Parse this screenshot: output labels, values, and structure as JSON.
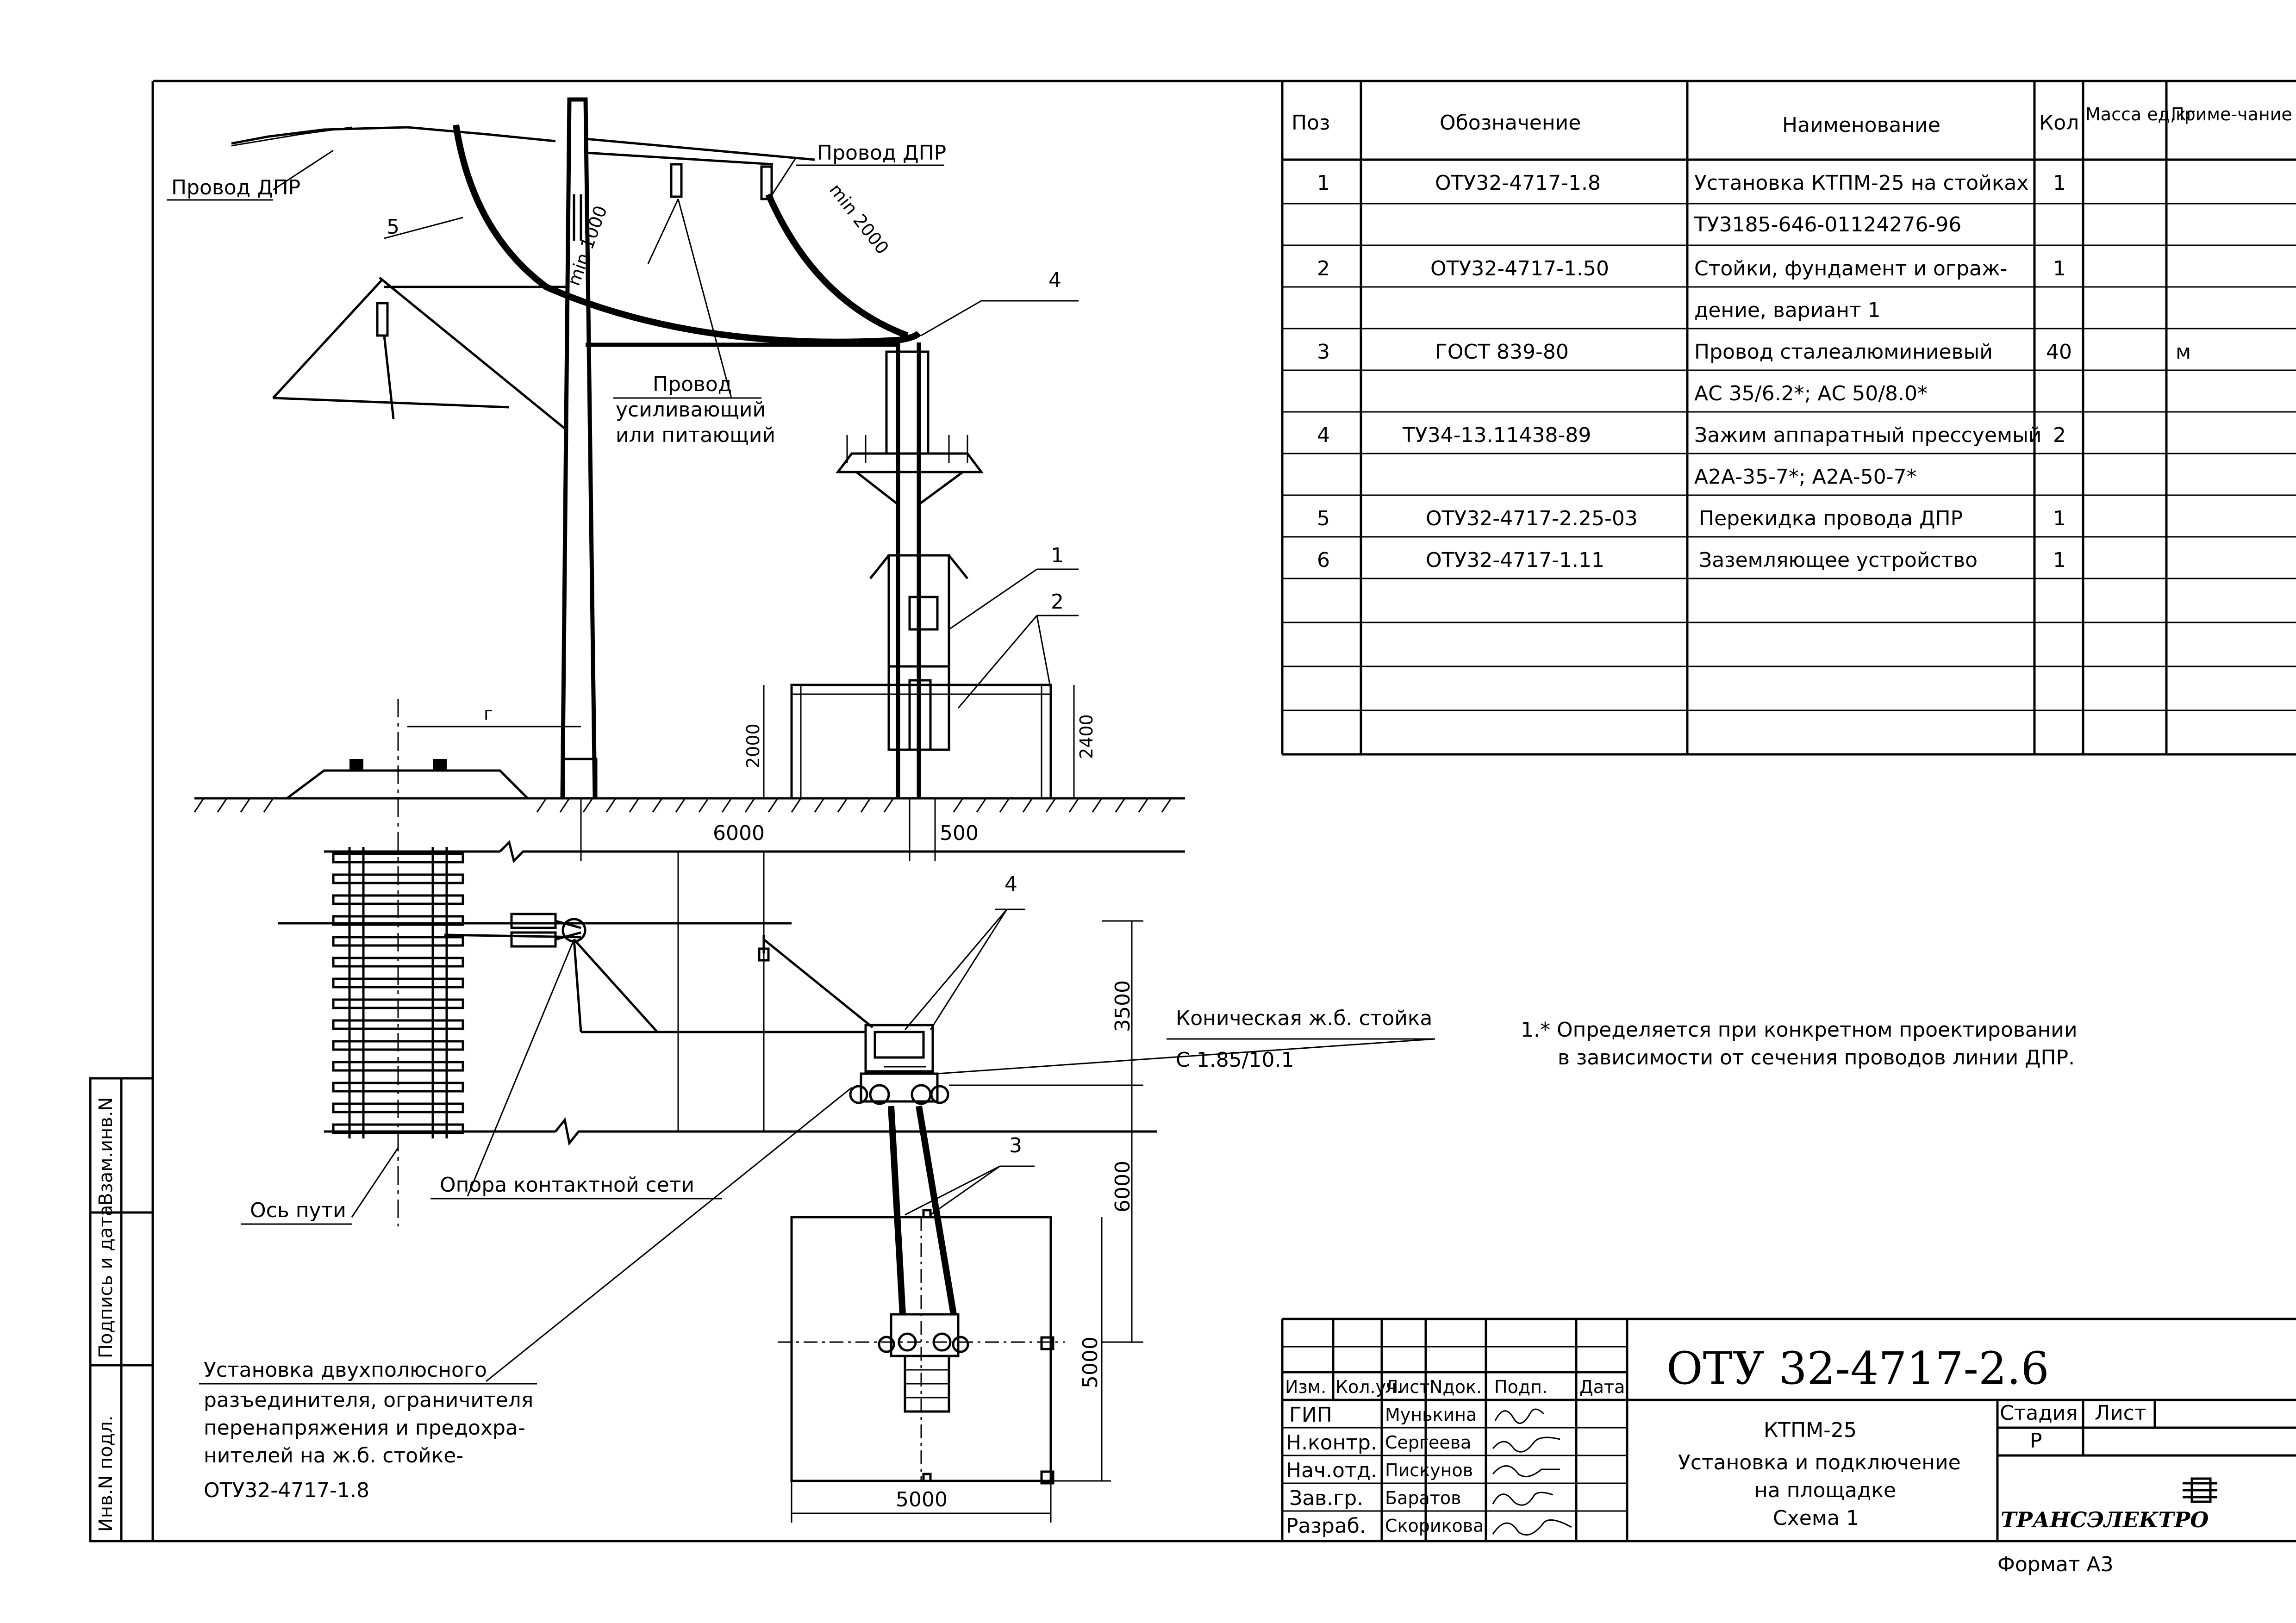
{
  "drawing": {
    "labels": {
      "dpr_wire_left": "Провод ДПР",
      "dpr_wire_right": "Провод ДПР",
      "reinforcing_wire_1": "Провод",
      "reinforcing_wire_2": "усиливающий",
      "reinforcing_wire_3": "или питающий",
      "min_1000": "min 1000",
      "min_2000": "min 2000",
      "gauge_r": "г",
      "dim_6000_top": "6000",
      "dim_500": "500",
      "dim_2000": "2000",
      "dim_2400": "2400",
      "dim_3500": "3500",
      "dim_6000_side": "6000",
      "dim_5000_v": "5000",
      "dim_5000_h": "5000",
      "conical_1": "Коническая ж.б. стойка",
      "conical_2": "С 1.85/10.1",
      "track_axis": "Ось пути",
      "catenary_support": "Опора контактной сети",
      "install_1": "Установка двухполюсного",
      "install_2": "разъединителя, ограничителя",
      "install_3": "перенапряжения и предохра-",
      "install_4": "нителей на ж.б. стойке-",
      "install_5": "ОТУ32-4717-1.8",
      "pos_1": "1",
      "pos_2": "2",
      "pos_3": "3",
      "pos_4_top": "4",
      "pos_4_plan": "4",
      "pos_5": "5"
    },
    "note": {
      "line1": "1.* Определяется при конкретном проектировании",
      "line2": "в зависимости от сечения проводов линии ДПР."
    }
  },
  "spec_table": {
    "headers": [
      "Поз",
      "Обозначение",
      "Наименование",
      "Кол",
      "Масса ед,кг",
      "Приме-чание"
    ],
    "rows": [
      [
        "1",
        "ОТУ32-4717-1.8",
        "Установка КТПМ-25 на стойках",
        "1",
        "",
        ""
      ],
      [
        "",
        "",
        "ТУ3185-646-01124276-96",
        "",
        "",
        ""
      ],
      [
        "2",
        "ОТУ32-4717-1.50",
        "Стойки, фундамент и ограж-",
        "1",
        "",
        ""
      ],
      [
        "",
        "",
        "дение, вариант 1",
        "",
        "",
        ""
      ],
      [
        "3",
        "ГОСТ 839-80",
        "Провод сталеалюминиевый",
        "40",
        "",
        "м"
      ],
      [
        "",
        "",
        "АС 35/6.2*; АС 50/8.0*",
        "",
        "",
        ""
      ],
      [
        "4",
        "ТУ34-13.11438-89",
        "Зажим аппаратный прессуемый",
        "2",
        "",
        ""
      ],
      [
        "",
        "",
        "А2А-35-7*; А2А-50-7*",
        "",
        "",
        ""
      ],
      [
        "5",
        "ОТУ32-4717-2.25-03",
        "Перекидка провода ДПР",
        "1",
        "",
        ""
      ],
      [
        "6",
        "ОТУ32-4717-1.11",
        "Заземляющее устройство",
        "1",
        "",
        ""
      ],
      [
        "",
        "",
        "",
        "",
        "",
        ""
      ],
      [
        "",
        "",
        "",
        "",
        "",
        ""
      ],
      [
        "",
        "",
        "",
        "",
        "",
        ""
      ],
      [
        "",
        "",
        "",
        "",
        "",
        ""
      ]
    ]
  },
  "title_block": {
    "code": "ОТУ 32-4717-2.6",
    "col_headers": [
      "Изм.",
      "Кол.уч.",
      "Лист",
      "Nдок.",
      "Подп.",
      "Дата"
    ],
    "people": [
      {
        "role": "ГИП",
        "name": "Мунькина"
      },
      {
        "role": "Н.контр.",
        "name": "Сергеева"
      },
      {
        "role": "Нач.отд.",
        "name": "Пискунов"
      },
      {
        "role": "Зав.гр.",
        "name": "Баратов"
      },
      {
        "role": "Разраб.",
        "name": "Скорикова"
      }
    ],
    "title_lines": [
      "КТПМ-25",
      "Установка и подключение",
      "на площадке",
      "Схема 1"
    ],
    "stage_label": "Стадия",
    "sheet_label": "Лист",
    "stage_value": "Р",
    "company": "ТРАНСЭЛЕКТРО",
    "format": "Формат А3"
  },
  "side_stamp": [
    "Инв.N подл.",
    "Подпись и дата",
    "Взам.инв.N"
  ]
}
